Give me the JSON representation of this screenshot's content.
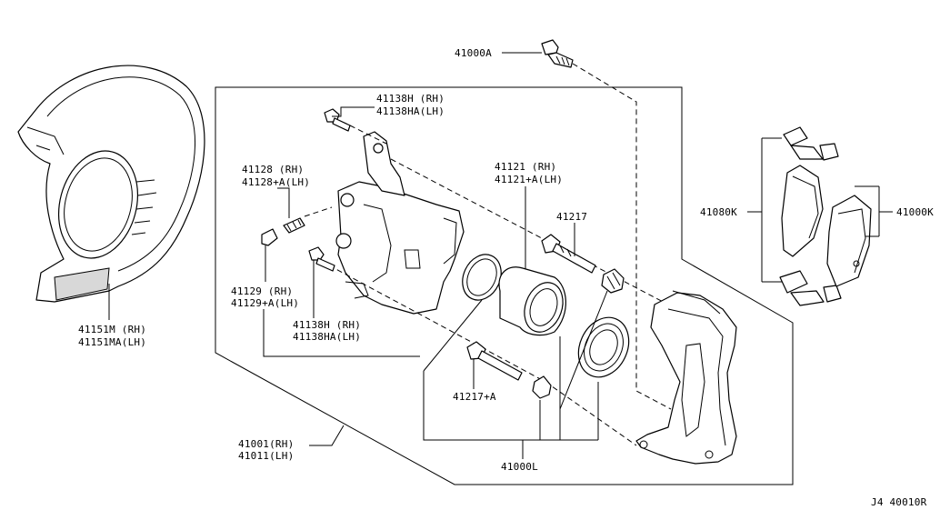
{
  "diagram_code": "J4 40010R",
  "labels": {
    "p41000A": "41000A",
    "p41138H_top_a": "41138H  (RH)",
    "p41138H_top_b": "41138HA(LH)",
    "p41128_a": "41128  (RH)",
    "p41128_b": "41128+A(LH)",
    "p41121_a": "41121  (RH)",
    "p41121_b": "41121+A(LH)",
    "p41217": "41217",
    "p41080K": "41080K",
    "p41000K": "41000K",
    "p41129_a": "41129  (RH)",
    "p41129_b": "41129+A(LH)",
    "p41138H_bot_a": "41138H  (RH)",
    "p41138H_bot_b": "41138HA(LH)",
    "p41151M_a": "41151M  (RH)",
    "p41151M_b": "41151MA(LH)",
    "p41217A": "41217+A",
    "p41001_a": "41001(RH)",
    "p41001_b": "41011(LH)",
    "p41000L": "41000L"
  }
}
